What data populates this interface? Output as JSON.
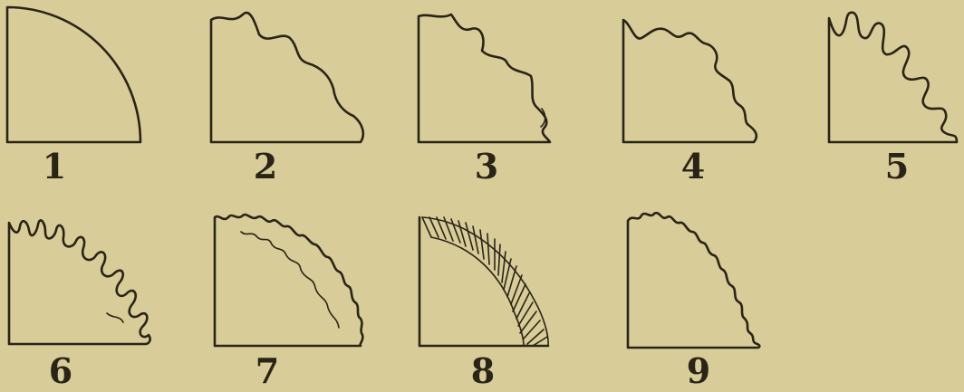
{
  "figures": [
    {
      "label": "1",
      "edge": "smooth"
    },
    {
      "label": "2",
      "edge": "shallow-undulating"
    },
    {
      "label": "3",
      "edge": "notched"
    },
    {
      "label": "4",
      "edge": "wavy"
    },
    {
      "label": "5",
      "edge": "deep-wavy"
    },
    {
      "label": "6",
      "edge": "lobed"
    },
    {
      "label": "7",
      "edge": "dense-lobed"
    },
    {
      "label": "8",
      "edge": "finely-dissected"
    },
    {
      "label": "9",
      "edge": "crenate-wavy"
    }
  ]
}
